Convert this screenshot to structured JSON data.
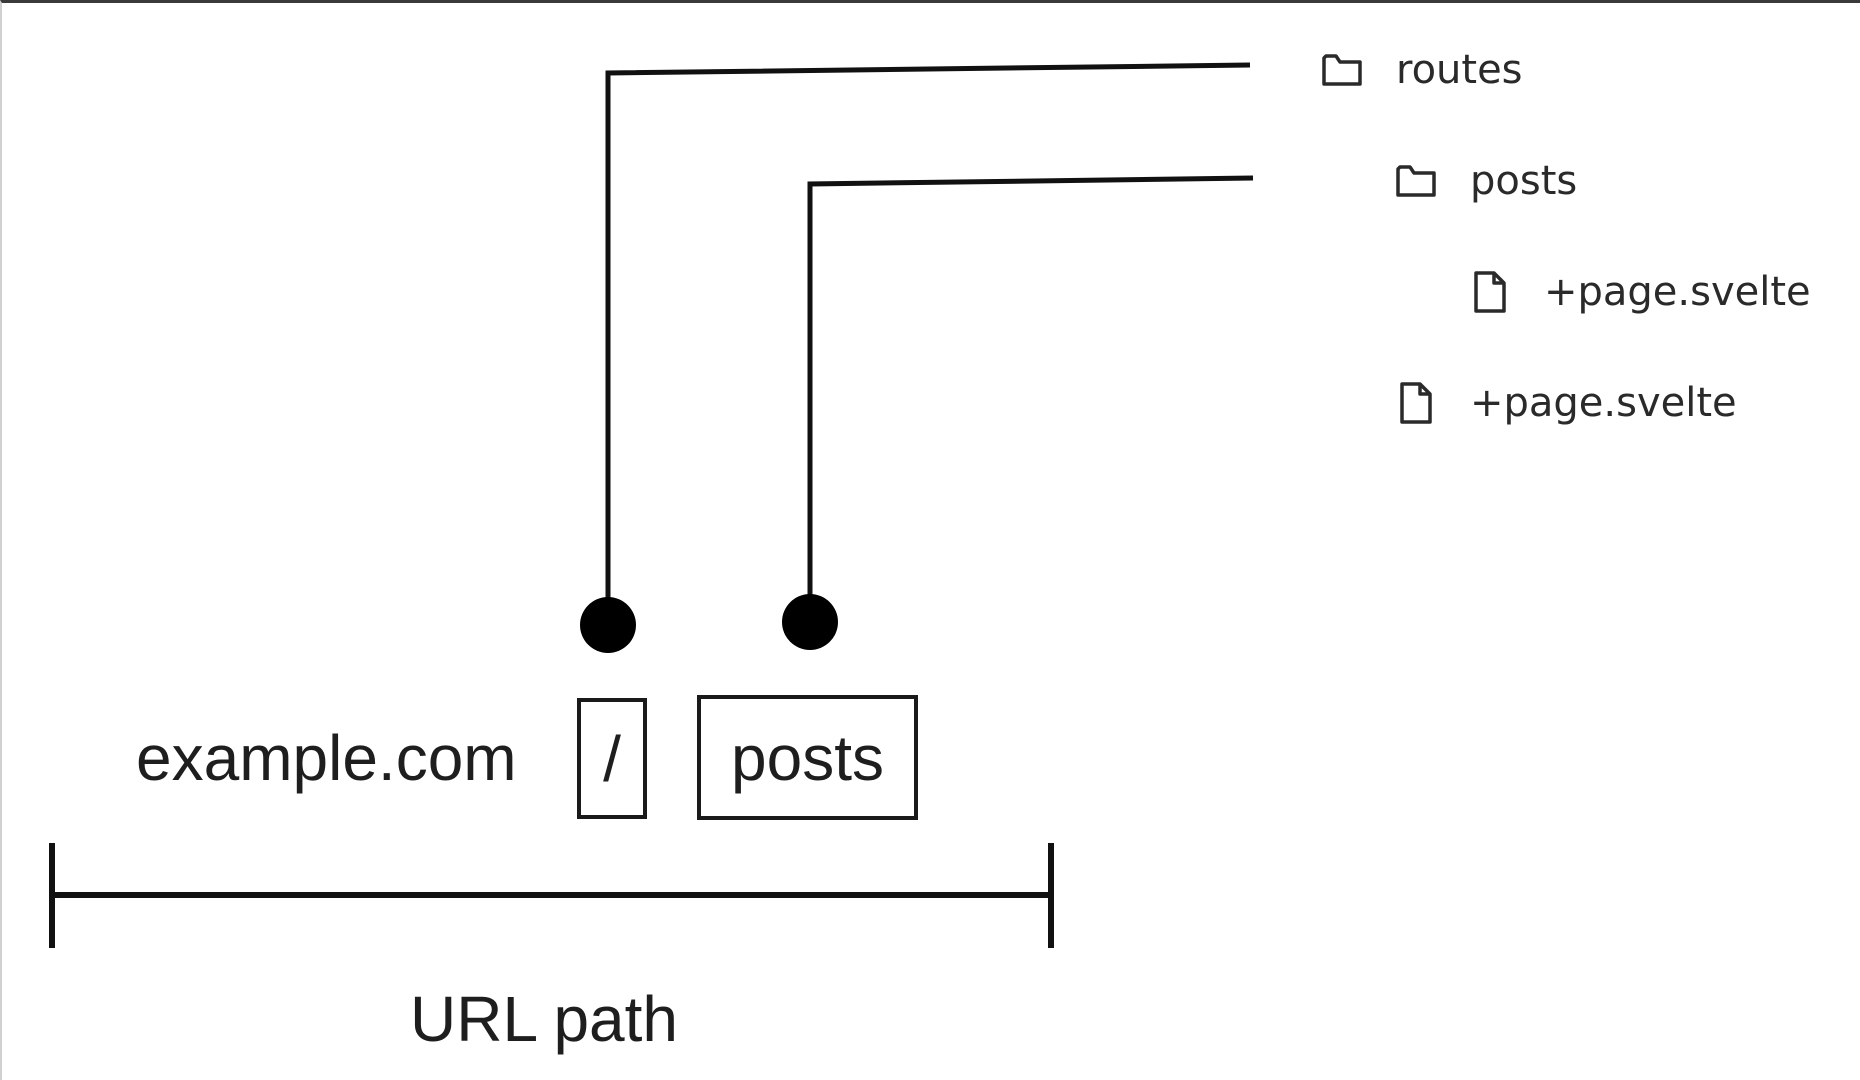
{
  "tree": {
    "items": [
      {
        "label": "routes",
        "icon": "folder-icon"
      },
      {
        "label": "posts",
        "icon": "folder-icon"
      },
      {
        "label": "+page.svelte",
        "icon": "file-icon"
      },
      {
        "label": "+page.svelte",
        "icon": "file-icon"
      }
    ]
  },
  "url": {
    "domain": "example.com",
    "segments": [
      "/",
      "posts"
    ],
    "caption": "URL path"
  },
  "colors": {
    "line": "#111111",
    "text": "#1e1e1e"
  }
}
